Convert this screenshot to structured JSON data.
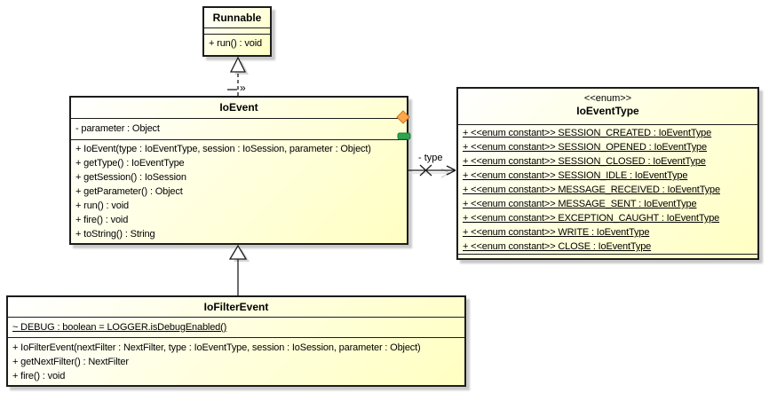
{
  "classes": {
    "runnable": {
      "name": "Runnable",
      "attributes": [],
      "methods": [
        "+ run() : void"
      ]
    },
    "ioevent": {
      "name": "IoEvent",
      "attributes": [
        "- parameter : Object"
      ],
      "methods": [
        "+ IoEvent(type : IoEventType, session : IoSession, parameter : Object)",
        "+ getType() : IoEventType",
        "+ getSession() : IoSession",
        "+ getParameter() : Object",
        "+ run() : void",
        "+ fire() : void",
        "+ toString() : String"
      ]
    },
    "ioeventtype": {
      "stereotype": "<<enum>>",
      "name": "IoEventType",
      "constants": [
        "+ <<enum constant>> SESSION_CREATED : IoEventType",
        "+ <<enum constant>> SESSION_OPENED : IoEventType",
        "+ <<enum constant>> SESSION_CLOSED : IoEventType",
        "+ <<enum constant>> SESSION_IDLE : IoEventType",
        "+ <<enum constant>> MESSAGE_RECEIVED : IoEventType",
        "+ <<enum constant>> MESSAGE_SENT : IoEventType",
        "+ <<enum constant>> EXCEPTION_CAUGHT : IoEventType",
        "+ <<enum constant>> WRITE : IoEventType",
        "+ <<enum constant>> CLOSE : IoEventType"
      ],
      "methods": []
    },
    "iofilterevent": {
      "name": "IoFilterEvent",
      "attributes": [
        "~ DEBUG : boolean = LOGGER.isDebugEnabled()"
      ],
      "methods": [
        "+ IoFilterEvent(nextFilter : NextFilter, type : IoEventType, session : IoSession, parameter : Object)",
        "+ getNextFilter() : NextFilter",
        "+ fire() : void"
      ]
    }
  },
  "connectors": {
    "association_label": "- type",
    "realization_mark": "»"
  },
  "colors": {
    "box_fill_start": "#ffffff",
    "box_fill_end": "#ffffc2",
    "border": "#1c1c1c",
    "shadow": "#c9c9c9",
    "diamond_marker": "#ffa64d",
    "green_marker": "#2fa44e"
  }
}
